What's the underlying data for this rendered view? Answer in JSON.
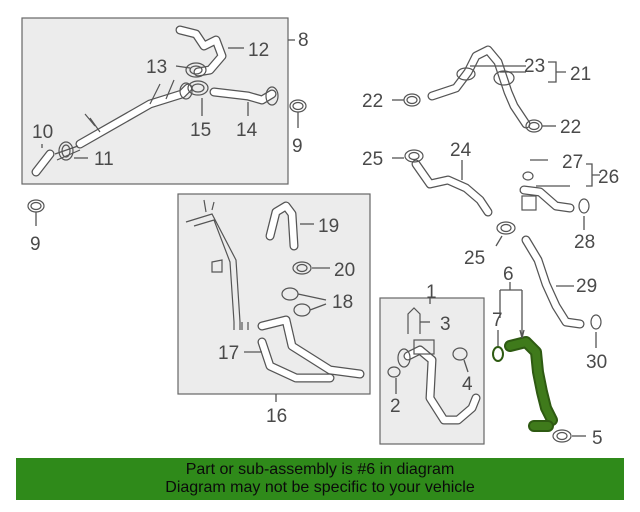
{
  "callouts": {
    "c1": "1",
    "c2": "2",
    "c3": "3",
    "c4": "4",
    "c5": "5",
    "c6": "6",
    "c7": "7",
    "c8": "8",
    "c9a": "9",
    "c9b": "9",
    "c10": "10",
    "c11": "11",
    "c12": "12",
    "c13": "13",
    "c14": "14",
    "c15": "15",
    "c16": "16",
    "c17": "17",
    "c18": "18",
    "c19": "19",
    "c20": "20",
    "c21": "21",
    "c22a": "22",
    "c22b": "22",
    "c23": "23",
    "c24": "24",
    "c25a": "25",
    "c25b": "25",
    "c26": "26",
    "c27": "27",
    "c28": "28",
    "c29": "29",
    "c30": "30"
  },
  "footer": {
    "line1": "Part or sub-assembly is #6 in diagram",
    "line2": "Diagram may not be specific to your vehicle"
  },
  "colors": {
    "highlight": "#3f7a1b",
    "footer_background": "#2f8a1a"
  }
}
